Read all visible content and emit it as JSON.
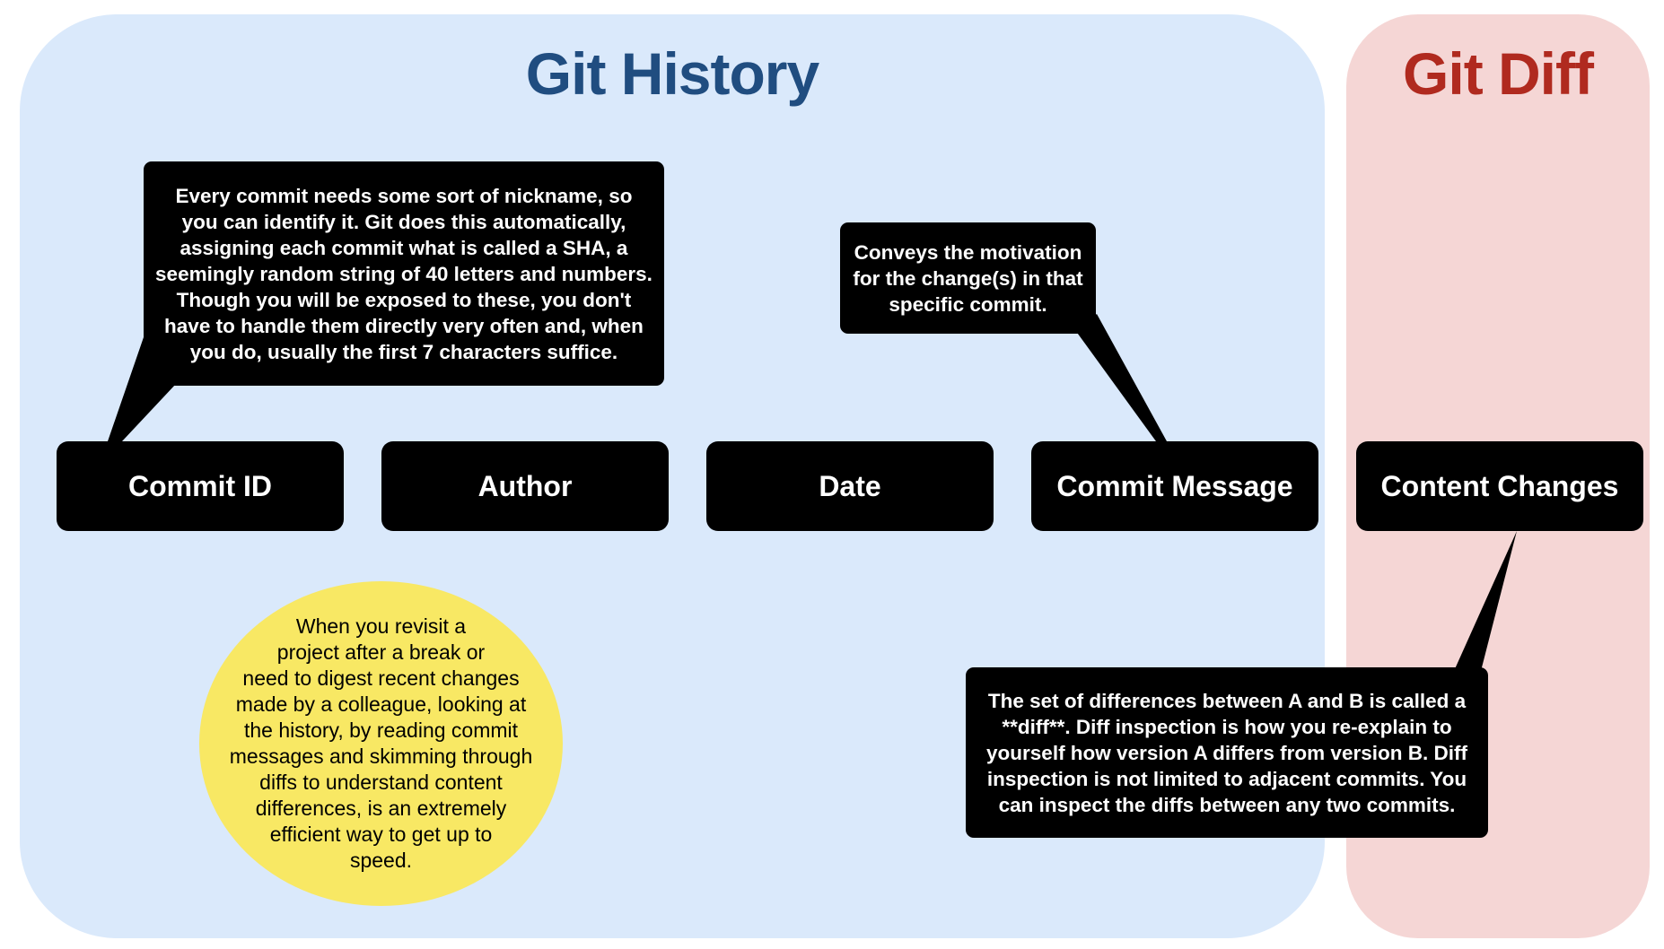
{
  "panels": {
    "history": {
      "title": "Git History",
      "color": "#204d80",
      "background": "#dae9fb"
    },
    "diff": {
      "title": "Git Diff",
      "color": "#b02a1f",
      "background": "#f5d6d5"
    }
  },
  "fields": [
    {
      "label": "Commit ID"
    },
    {
      "label": "Author"
    },
    {
      "label": "Date"
    },
    {
      "label": "Commit Message"
    },
    {
      "label": "Content Changes"
    }
  ],
  "callouts": {
    "sha": {
      "lines": [
        "Every commit needs some sort of nickname, so",
        "you can identify it. Git does this automatically,",
        "assigning each commit what is called a SHA, a",
        "seemingly random string of 40 letters and numbers.",
        "Though you will be exposed to these, you don't",
        "have to handle them directly very often and, when",
        "you do, usually the first 7 characters suffice."
      ]
    },
    "message": {
      "lines": [
        "Conveys the motivation",
        "for the change(s) in that",
        "specific commit."
      ]
    },
    "diff": {
      "lines": [
        "The set of differences between A and B is called a",
        "**diff**. Diff inspection is how you re-explain to",
        "yourself how version A differs from version B. Diff",
        "inspection is not limited to adjacent commits. You",
        "can inspect the diffs between any two commits."
      ]
    }
  },
  "note": {
    "background": "#f8e864",
    "lines": [
      "When you revisit a",
      "project after a break or",
      "need to digest recent changes",
      "made by a colleague, looking at",
      "the history, by reading commit",
      "messages and skimming through",
      "diffs to understand content",
      "differences, is an extremely",
      "efficient way to get up to",
      "speed."
    ]
  }
}
